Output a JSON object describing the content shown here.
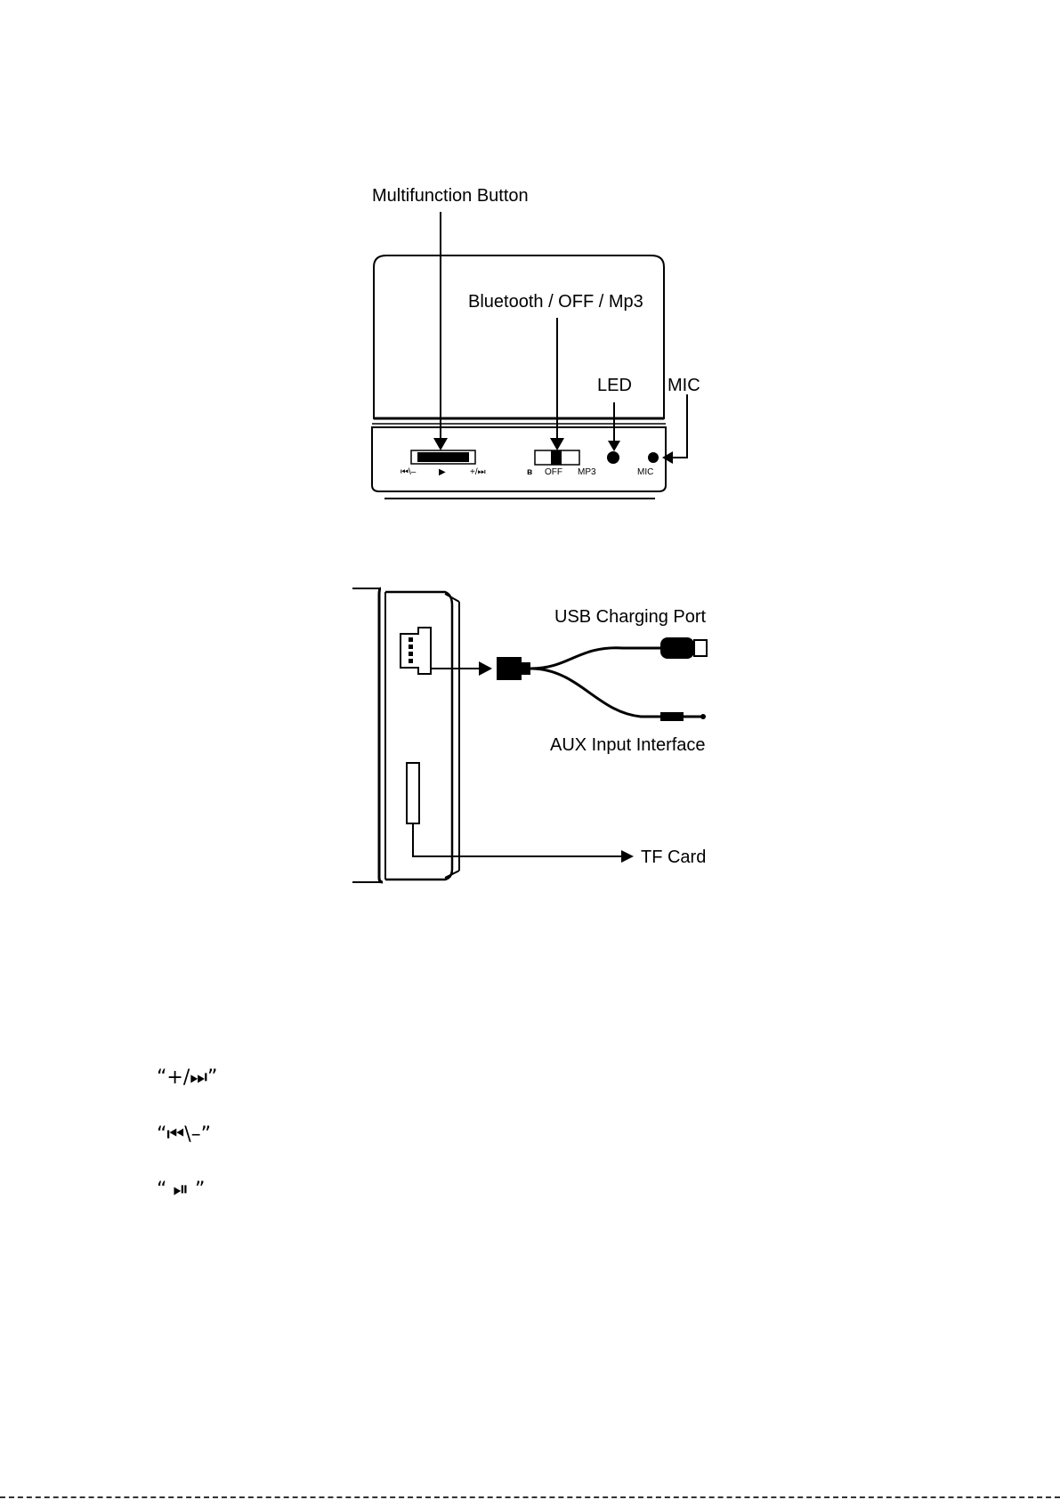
{
  "front_view": {
    "multifunction_label": "Multifunction Button",
    "mode_switch_label": "Bluetooth / OFF / Mp3",
    "led_label": "LED",
    "mic_label": "MIC",
    "panel_prev_symbol": "⏮\\–",
    "panel_play_symbol": "▶",
    "panel_next_symbol": "+/⏭",
    "panel_bt_symbol": "ʙ",
    "panel_off_text": "OFF",
    "panel_mp3_text": "MP3",
    "panel_mic_text": "MIC"
  },
  "side_view": {
    "usb_label": "USB Charging Port",
    "aux_label": "AUX Input Interface",
    "tf_label": "TF Card"
  },
  "legend": {
    "items": [
      {
        "symbol": "“+/⏭”"
      },
      {
        "symbol": "“⏮\\–”"
      },
      {
        "symbol": "“ ⏯ ”"
      }
    ]
  }
}
